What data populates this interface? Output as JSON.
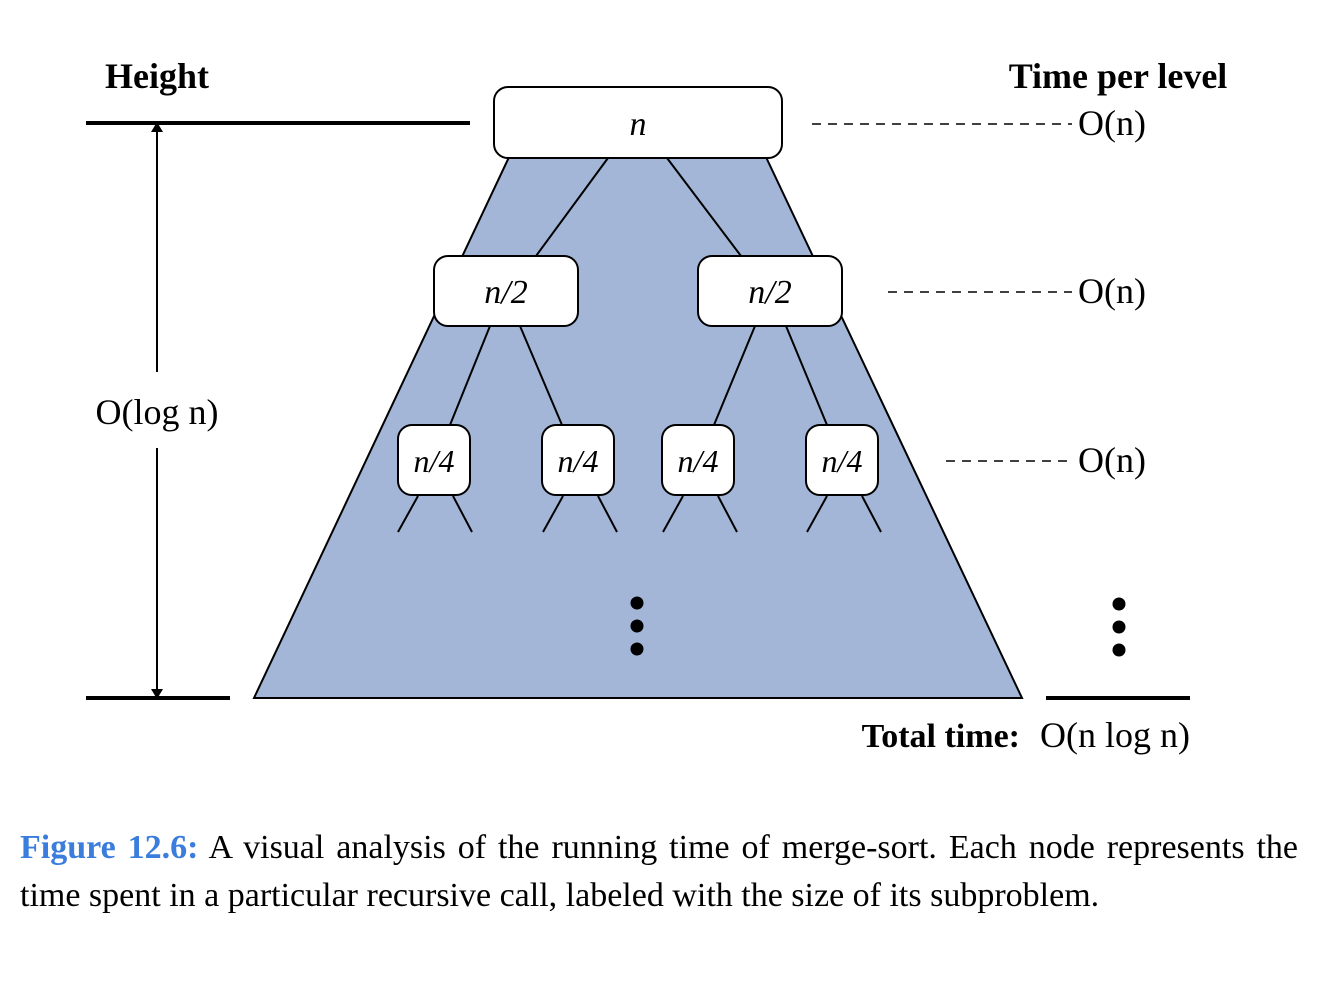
{
  "headers": {
    "height": "Height",
    "time_per_level": "Time per level"
  },
  "height_label": "O(log n)",
  "tree": {
    "root": "n",
    "level1": [
      "n/2",
      "n/2"
    ],
    "level2": [
      "n/4",
      "n/4",
      "n/4",
      "n/4"
    ]
  },
  "level_times": [
    "O(n)",
    "O(n)",
    "O(n)"
  ],
  "total": {
    "label": "Total time:",
    "value": "O(n log n)"
  },
  "caption": {
    "figure_label": "Figure 12.6:",
    "text": "A visual analysis of the running time of merge-sort. Each node represents the time spent in a particular recursive call, labeled with the size of its subproblem."
  },
  "colors": {
    "triangle_fill": "#a3b6d7",
    "figure_label": "#3b7ddd"
  },
  "icons": [
    "vertical-double-arrow-icon",
    "ellipsis-vertical-icon"
  ]
}
